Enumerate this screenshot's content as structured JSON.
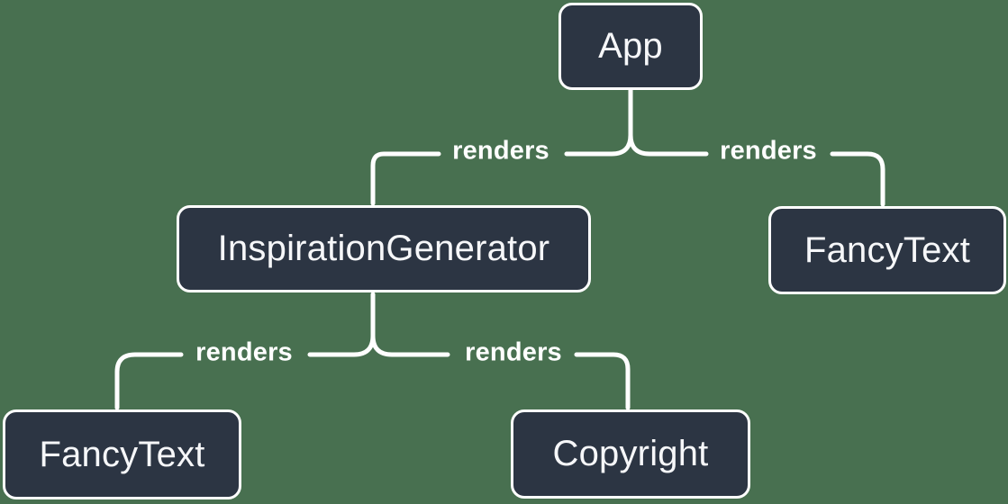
{
  "diagram": {
    "type": "render-tree",
    "background_color": "#487050",
    "node_fill_color": "#2c3543",
    "node_border_color": "#ffffff",
    "node_text_color": "#f6f7f9",
    "edge_line_color": "#ffffff",
    "edge_label_color": "#ffffff"
  },
  "nodes": [
    {
      "id": "app",
      "label": "App"
    },
    {
      "id": "inspiration-generator",
      "label": "InspirationGenerator"
    },
    {
      "id": "fancy-text-top",
      "label": "FancyText"
    },
    {
      "id": "fancy-text-bottom",
      "label": "FancyText"
    },
    {
      "id": "copyright",
      "label": "Copyright"
    }
  ],
  "edges": [
    {
      "from": "App",
      "to": "InspirationGenerator",
      "label": "renders"
    },
    {
      "from": "App",
      "to": "FancyText",
      "label": "renders"
    },
    {
      "from": "InspirationGenerator",
      "to": "FancyText",
      "label": "renders"
    },
    {
      "from": "InspirationGenerator",
      "to": "Copyright",
      "label": "renders"
    }
  ]
}
